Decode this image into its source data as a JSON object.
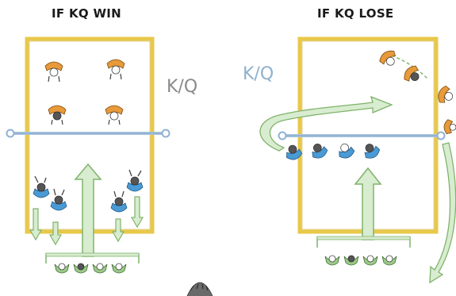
{
  "titles": {
    "left": "IF KQ WIN",
    "right": "IF KQ LOSE"
  },
  "labels": {
    "kq_left": "K/Q",
    "kq_right": "K/Q"
  },
  "colors": {
    "court_border": "#e8c84a",
    "court_border_dark": "#c9a52a",
    "net": "#a9c6e0",
    "net_post": "#8fb2d4",
    "arrow_fill": "#d8ecd0",
    "arrow_stroke": "#7fb36a",
    "player_orange": "#e89a3a",
    "player_blue": "#4a9ad4",
    "player_dark": "#555555",
    "player_green": "#9cc98a",
    "kq_left_text": "#8a8a8a",
    "kq_right_text": "#8fb0cc"
  }
}
